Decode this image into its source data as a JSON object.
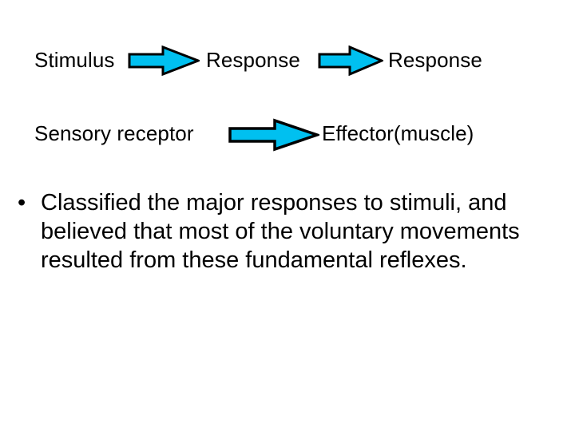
{
  "slide": {
    "background_color": "#FFFFFF",
    "text_color": "#000000"
  },
  "colors": {
    "arrow_fill": "#00C0F0",
    "arrow_outline": "#000000",
    "text": "#000000",
    "background": "#FFFFFF"
  },
  "diagram": {
    "rows": [
      {
        "id": "row-1",
        "labels": {
          "first": "Stimulus",
          "second": "Response",
          "third": "Response"
        },
        "arrows": [
          {
            "name": "arrow-right-icon",
            "direction": "right"
          },
          {
            "name": "arrow-right-icon",
            "direction": "right"
          }
        ]
      },
      {
        "id": "row-2",
        "labels": {
          "first": "Sensory receptor",
          "second": "Effector(muscle)"
        },
        "arrows": [
          {
            "name": "arrow-right-icon",
            "direction": "right"
          }
        ]
      }
    ]
  },
  "body": {
    "bullet_marker": "•",
    "bullet_text": "Classified the major responses to stimuli, and believed that most of the voluntary movements resulted from these fundamental reflexes.",
    "bullet_lines": [
      "Classified the major responses to stimuli,",
      "and believed that most of the voluntary",
      "movements resulted from these",
      "fundamental reflexes."
    ]
  }
}
